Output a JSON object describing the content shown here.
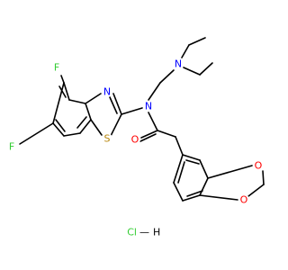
{
  "atoms": {
    "f_top": {
      "label": "F",
      "color": "#32cd32"
    },
    "f_left": {
      "label": "F",
      "color": "#32cd32"
    },
    "n_thiazole": {
      "label": "N",
      "color": "#0000ff"
    },
    "s_thiazole": {
      "label": "S",
      "color": "#b8860b"
    },
    "n_amide": {
      "label": "N",
      "color": "#0000ff"
    },
    "n_amine": {
      "label": "N",
      "color": "#0000ff"
    },
    "o_carbonyl": {
      "label": "O",
      "color": "#ff0000"
    },
    "o_dioxole_upper": {
      "label": "O",
      "color": "#ff0000"
    },
    "o_dioxole_lower": {
      "label": "O",
      "color": "#ff0000"
    }
  },
  "salt": {
    "cl": "Cl",
    "dash": "—",
    "h": "H",
    "cl_color": "#32cd32",
    "h_color": "#000000"
  },
  "bond_color": "#000000",
  "background": "#ffffff"
}
